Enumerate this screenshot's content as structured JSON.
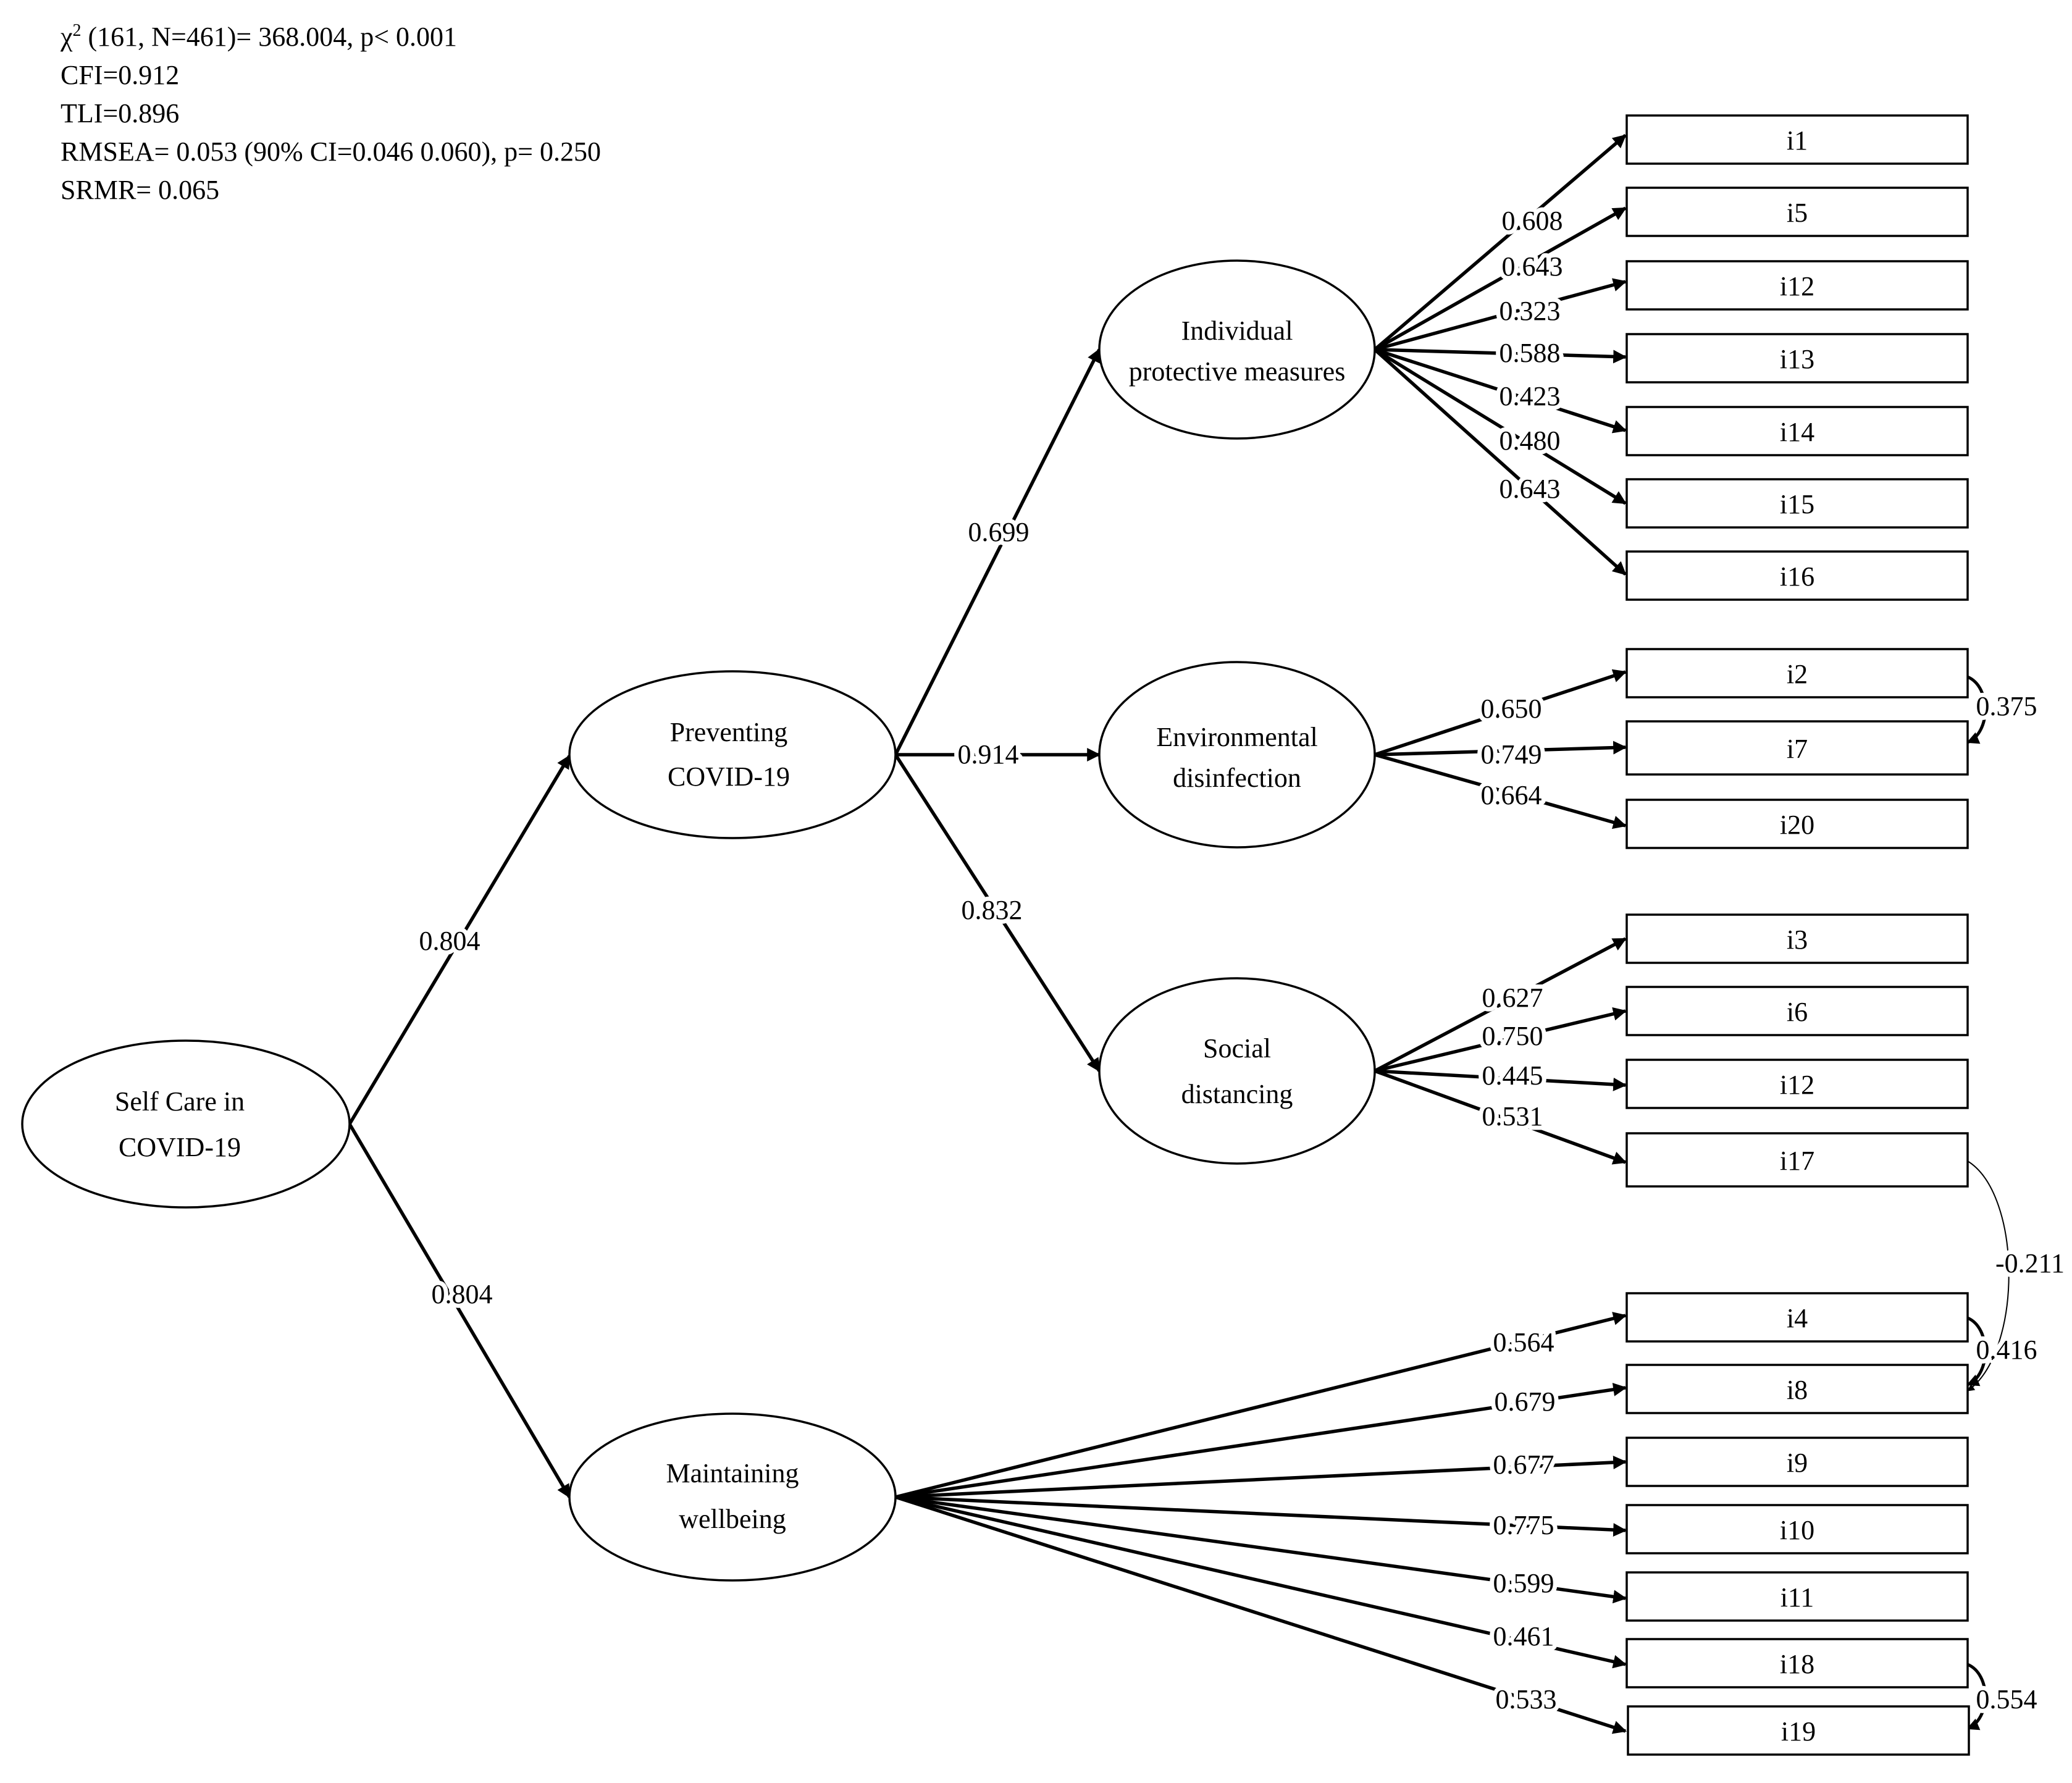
{
  "fit_stats": {
    "chi_symbol": "χ",
    "chi_sup": "2",
    "chi_rest": " (161, N=461)= 368.004, p< 0.001",
    "cfi": "CFI=0.912",
    "tli": "TLI=0.896",
    "rmsea": "RMSEA= 0.053 (90% CI=0.046  0.060), p= 0.250",
    "srmr": "SRMR= 0.065"
  },
  "latents": {
    "self_care": [
      "Self Care in",
      "COVID-19"
    ],
    "preventing": [
      "Preventing",
      "COVID-19"
    ],
    "maintaining": [
      "Maintaining",
      "wellbeing"
    ],
    "individual": [
      "Individual",
      "protective measures"
    ],
    "environmental": [
      "Environmental",
      "disinfection"
    ],
    "social": [
      "Social",
      "distancing"
    ]
  },
  "items": {
    "i1": "i1",
    "i5": "i5",
    "i12a": "i12",
    "i13": "i13",
    "i14": "i14",
    "i15": "i15",
    "i16": "i16",
    "i2": "i2",
    "i7": "i7",
    "i20": "i20",
    "i3": "i3",
    "i6": "i6",
    "i12b": "i12",
    "i17": "i17",
    "i4": "i4",
    "i8": "i8",
    "i9": "i9",
    "i10": "i10",
    "i11": "i11",
    "i18": "i18",
    "i19": "i19"
  },
  "structural": {
    "selfcare_to_preventing": "0.804",
    "selfcare_to_maintaining": "0.804",
    "preventing_to_individual": "0.699",
    "preventing_to_environmental": "0.914",
    "preventing_to_social": "0.832"
  },
  "loadings": {
    "individual": [
      "0.608",
      "0.643",
      "0.323",
      "0.588",
      "0.423",
      "0.480",
      "0.643"
    ],
    "environmental": [
      "0.650",
      "0.749",
      "0.664"
    ],
    "social": [
      "0.627",
      "0.750",
      "0.445",
      "0.531"
    ],
    "maintaining": [
      "0.564",
      "0.679",
      "0.677",
      "0.775",
      "0.599",
      "0.461",
      "0.533"
    ]
  },
  "covariances": {
    "i2_i7": "0.375",
    "i17_i8": "-0.211",
    "i4_i8": "0.416",
    "i18_i19": "0.554"
  }
}
